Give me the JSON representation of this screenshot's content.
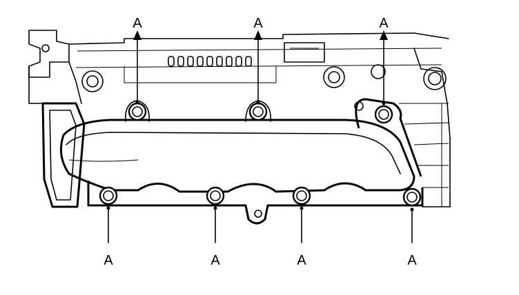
{
  "callouts": {
    "top": [
      "A",
      "A",
      "A"
    ],
    "bottom": [
      "A",
      "A",
      "A",
      "A"
    ]
  }
}
